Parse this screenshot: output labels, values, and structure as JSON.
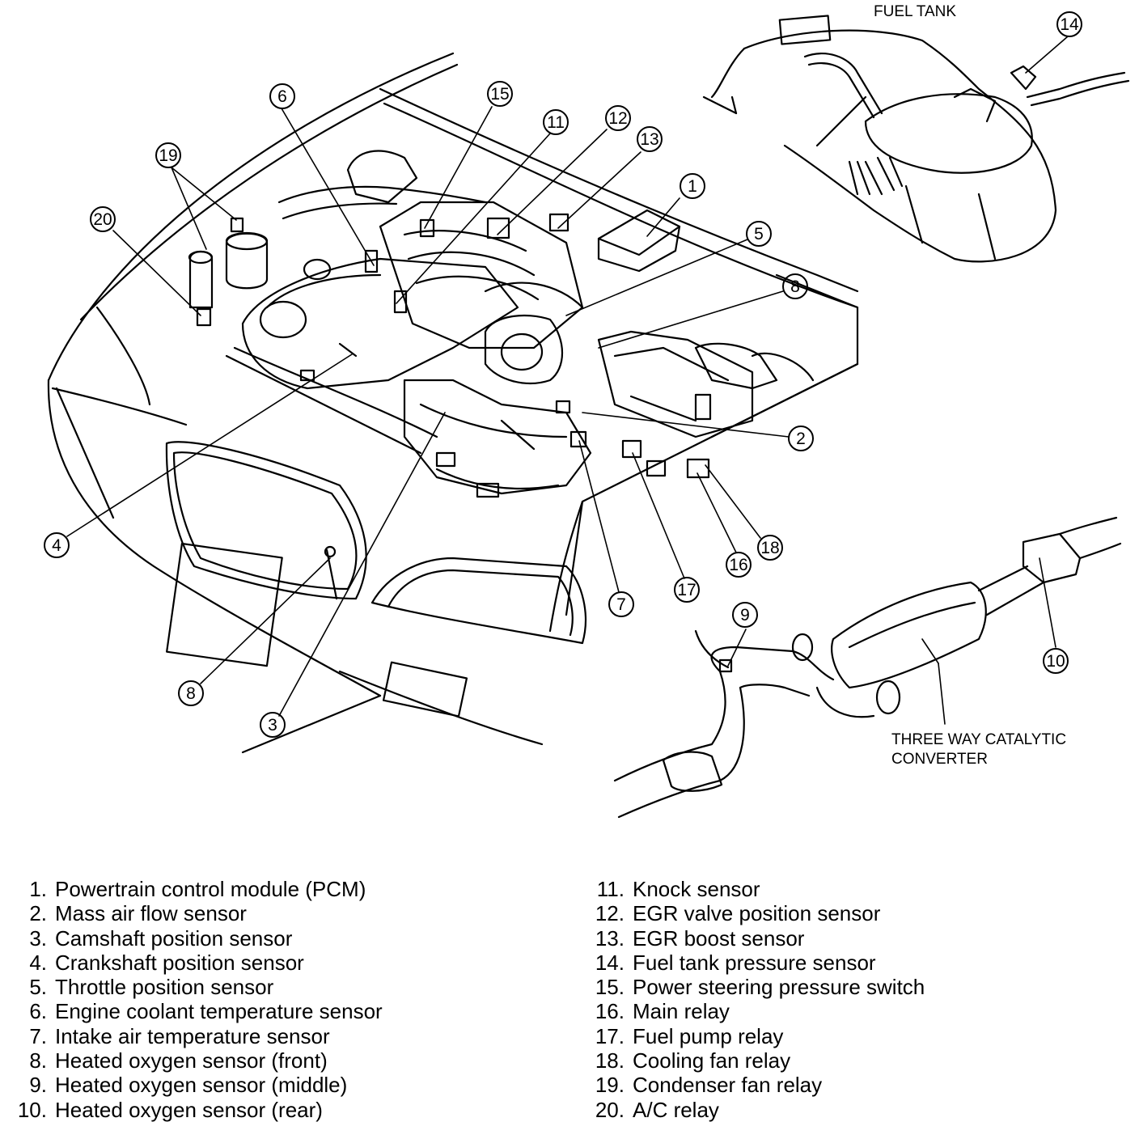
{
  "diagram": {
    "labels": {
      "fuel_tank": "FUEL TANK",
      "catalytic_line1": "THREE WAY CATALYTIC",
      "catalytic_line2": "CONVERTER"
    },
    "callouts": [
      "1",
      "2",
      "3",
      "4",
      "5",
      "6",
      "7",
      "8",
      "8",
      "9",
      "10",
      "11",
      "12",
      "13",
      "14",
      "15",
      "16",
      "17",
      "18",
      "19",
      "20"
    ]
  },
  "legend": {
    "left": [
      {
        "num": "1.",
        "label": "Powertrain control module (PCM)"
      },
      {
        "num": "2.",
        "label": "Mass air flow sensor"
      },
      {
        "num": "3.",
        "label": "Camshaft position sensor"
      },
      {
        "num": "4.",
        "label": "Crankshaft position sensor"
      },
      {
        "num": "5.",
        "label": "Throttle position sensor"
      },
      {
        "num": "6.",
        "label": "Engine coolant temperature sensor"
      },
      {
        "num": "7.",
        "label": "Intake air  temperature sensor"
      },
      {
        "num": "8.",
        "label": "Heated oxygen sensor (front)"
      },
      {
        "num": "9.",
        "label": "Heated oxygen sensor (middle)"
      },
      {
        "num": "10.",
        "label": "Heated oxygen sensor (rear)"
      }
    ],
    "right": [
      {
        "num": "11.",
        "label": "Knock sensor"
      },
      {
        "num": "12.",
        "label": "EGR valve position sensor"
      },
      {
        "num": "13.",
        "label": "EGR boost sensor"
      },
      {
        "num": "14.",
        "label": "Fuel tank pressure sensor"
      },
      {
        "num": "15.",
        "label": "Power steering pressure switch"
      },
      {
        "num": "16.",
        "label": "Main relay"
      },
      {
        "num": "17.",
        "label": "Fuel pump relay"
      },
      {
        "num": "18.",
        "label": "Cooling fan relay"
      },
      {
        "num": "19.",
        "label": "Condenser fan relay"
      },
      {
        "num": "20.",
        "label": "A/C relay"
      }
    ]
  }
}
